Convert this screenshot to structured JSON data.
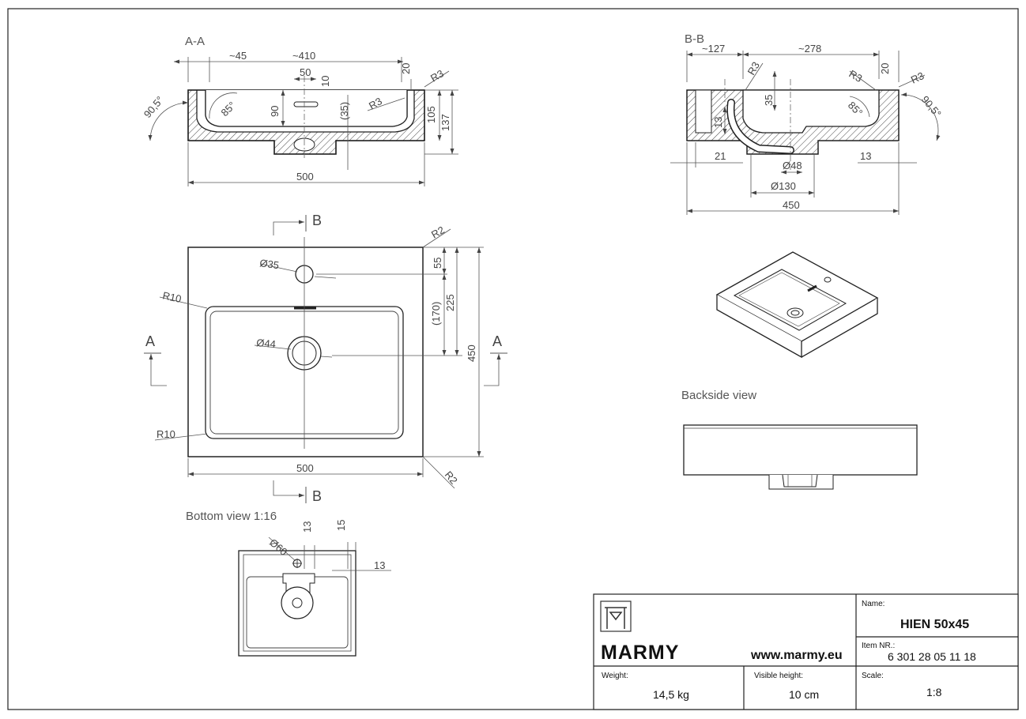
{
  "sections": {
    "section_aa_label": "A-A",
    "section_bb_label": "B-B",
    "bottom_view_label": "Bottom view 1:16",
    "backside_view_label": "Backside view",
    "cut_a": "A",
    "cut_b": "B"
  },
  "dimensions": {
    "aa": {
      "d45": "~45",
      "d410": "~410",
      "d50": "50",
      "d10": "10",
      "d20": "20",
      "r3a": "R3",
      "r3b": "R3",
      "a905": "90,5°",
      "a85": "85°",
      "d90": "90",
      "d35": "(35)",
      "d105": "105",
      "d137": "137",
      "d500": "500"
    },
    "bb": {
      "d127": "~127",
      "d278": "~278",
      "r3a": "R3",
      "r3b": "R3",
      "r3c": "R3",
      "d20": "20",
      "d35": "35",
      "d13a": "13",
      "a85": "85°",
      "a905": "90,5°",
      "d21": "21",
      "d13b": "13",
      "d48": "Ø48",
      "d130": "Ø130",
      "d450": "450"
    },
    "top": {
      "r2a": "R2",
      "r2b": "R2",
      "d35": "Ø35",
      "d44": "Ø44",
      "r10a": "R10",
      "r10b": "R10",
      "d55": "55",
      "d225": "225",
      "d170": "(170)",
      "d450": "450",
      "d500": "500"
    },
    "bottom": {
      "d60": "Ø60",
      "d13a": "13",
      "d15": "15",
      "d13b": "13"
    }
  },
  "title_block": {
    "brand": "MARMY",
    "website": "www.marmy.eu",
    "name_label": "Name:",
    "name_value": "HIEN 50x45",
    "item_label": "Item NR.:",
    "item_value": "6 301 28 05 11 18",
    "weight_label": "Weight:",
    "weight_value": "14,5 kg",
    "visible_height_label": "Visible height:",
    "visible_height_value": "10 cm",
    "scale_label": "Scale:",
    "scale_value": "1:8"
  }
}
